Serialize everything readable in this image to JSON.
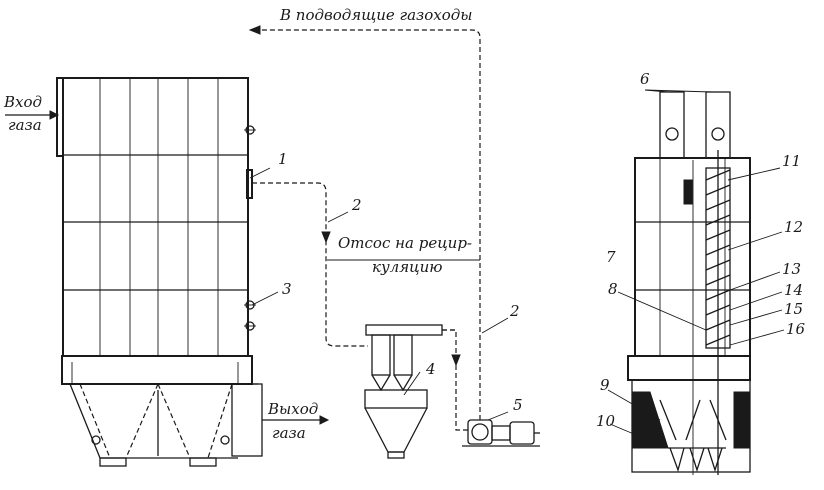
{
  "labels": {
    "top_arrow": "В подводящие газоходы",
    "gas_in_1": "Вход",
    "gas_in_2": "газа",
    "gas_out_1": "Выход",
    "gas_out_2": "газа",
    "recirc_1": "Отсос на рецир-",
    "recirc_2": "куляцию"
  },
  "numbers": {
    "n1": "1",
    "n2a": "2",
    "n2b": "2",
    "n3": "3",
    "n4": "4",
    "n5": "5",
    "n6": "6",
    "n7": "7",
    "n8": "8",
    "n9": "9",
    "n10": "10",
    "n11": "11",
    "n12": "12",
    "n13": "13",
    "n14": "14",
    "n15": "15",
    "n16": "16"
  }
}
